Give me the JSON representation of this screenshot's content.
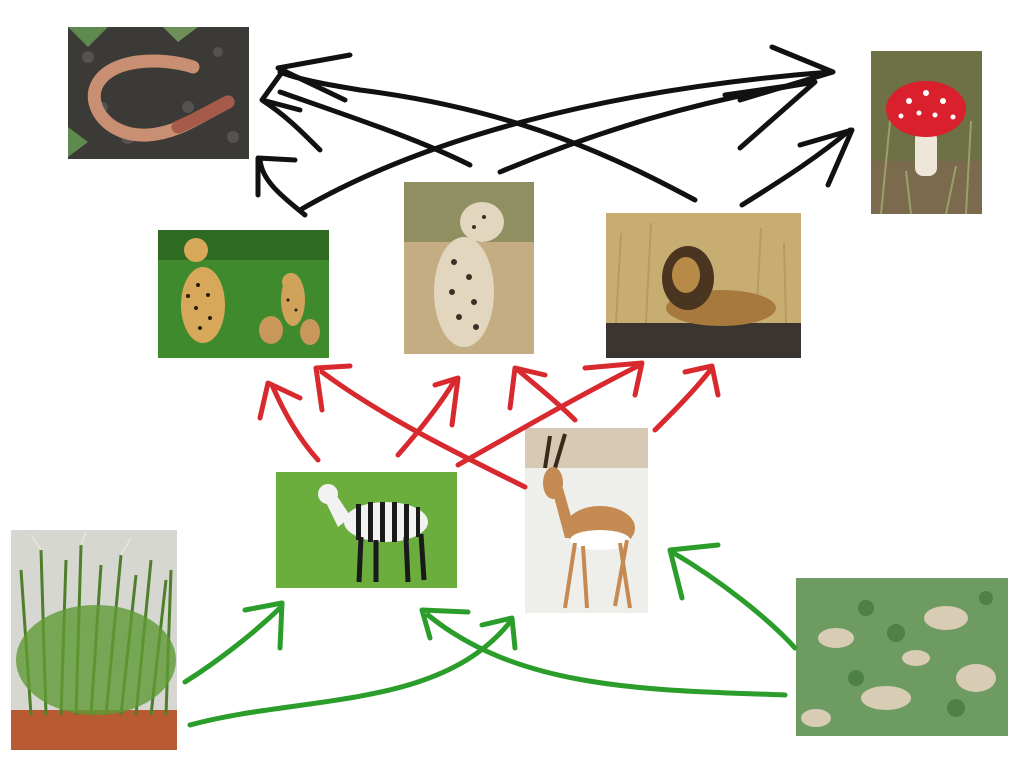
{
  "diagram": {
    "kind": "food-web",
    "organisms": [
      {
        "id": "earthworm",
        "role": "decomposer",
        "icon": "earthworm-icon"
      },
      {
        "id": "mushroom",
        "role": "decomposer",
        "icon": "mushroom-icon"
      },
      {
        "id": "cheetah",
        "role": "predator",
        "icon": "cheetah-icon"
      },
      {
        "id": "leopard",
        "role": "predator",
        "icon": "leopard-icon"
      },
      {
        "id": "lion",
        "role": "predator",
        "icon": "lion-icon"
      },
      {
        "id": "zebra",
        "role": "herbivore",
        "icon": "zebra-icon"
      },
      {
        "id": "gazelle",
        "role": "herbivore",
        "icon": "gazelle-icon"
      },
      {
        "id": "tall-grass",
        "role": "producer",
        "icon": "tall-grass-icon"
      },
      {
        "id": "short-grass",
        "role": "producer",
        "icon": "short-grass-icon"
      }
    ],
    "arrow_colors": {
      "decomposition": "#111111",
      "predation": "#d8292e",
      "grazing": "#2a9d2a"
    },
    "links": [
      {
        "from": "cheetah",
        "to": "earthworm",
        "color": "#111111"
      },
      {
        "from": "cheetah",
        "to": "mushroom",
        "color": "#111111"
      },
      {
        "from": "leopard",
        "to": "earthworm",
        "color": "#111111"
      },
      {
        "from": "leopard",
        "to": "mushroom",
        "color": "#111111"
      },
      {
        "from": "lion",
        "to": "earthworm",
        "color": "#111111"
      },
      {
        "from": "lion",
        "to": "mushroom",
        "color": "#111111"
      },
      {
        "from": "zebra",
        "to": "cheetah",
        "color": "#d8292e"
      },
      {
        "from": "zebra",
        "to": "leopard",
        "color": "#d8292e"
      },
      {
        "from": "zebra",
        "to": "lion",
        "color": "#d8292e"
      },
      {
        "from": "gazelle",
        "to": "cheetah",
        "color": "#d8292e"
      },
      {
        "from": "gazelle",
        "to": "leopard",
        "color": "#d8292e"
      },
      {
        "from": "gazelle",
        "to": "lion",
        "color": "#d8292e"
      },
      {
        "from": "tall-grass",
        "to": "zebra",
        "color": "#2a9d2a"
      },
      {
        "from": "tall-grass",
        "to": "gazelle",
        "color": "#2a9d2a"
      },
      {
        "from": "short-grass",
        "to": "zebra",
        "color": "#2a9d2a"
      },
      {
        "from": "short-grass",
        "to": "gazelle",
        "color": "#2a9d2a"
      }
    ]
  }
}
